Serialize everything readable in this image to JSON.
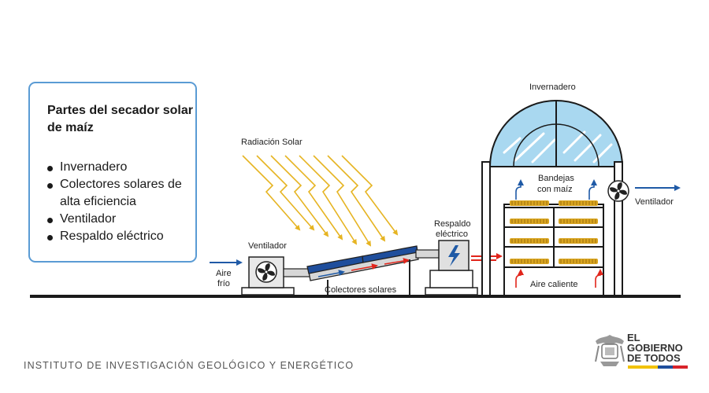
{
  "legend": {
    "title": "Partes del secador solar de maíz",
    "items": [
      {
        "label": "Invernadero"
      },
      {
        "label": "Colectores solares de alta eficiencia"
      },
      {
        "label": "Ventilador"
      },
      {
        "label": "Respaldo eléctrico"
      }
    ]
  },
  "labels": {
    "radiation": "Radiación Solar",
    "fan_left": "Ventilador",
    "cold_air_1": "Aire",
    "cold_air_2": "frío",
    "collectors": "Colectores solares",
    "backup_1": "Respaldo",
    "backup_2": "eléctrico",
    "greenhouse": "Invernadero",
    "trays_1": "Bandejas",
    "trays_2": "con maíz",
    "hot_air": "Aire caliente",
    "fan_right": "Ventilador"
  },
  "footer": {
    "institute": "INSTITUTO DE INVESTIGACIÓN GEOLÓGICO Y ENERGÉTICO",
    "gov_line1": "EL",
    "gov_line2": "GOBIERNO",
    "gov_line3": "DE TODOS"
  },
  "colors": {
    "accent_blue": "#1f5aa6",
    "hot_red": "#e1251b",
    "sun_yellow": "#e6b422",
    "sky_glass": "#a9d8f0",
    "corn": "#d9a520"
  },
  "icons": [
    "fan-icon",
    "lightning-icon",
    "arrow-icon",
    "sun-rays-icon",
    "coat-of-arms-icon"
  ]
}
